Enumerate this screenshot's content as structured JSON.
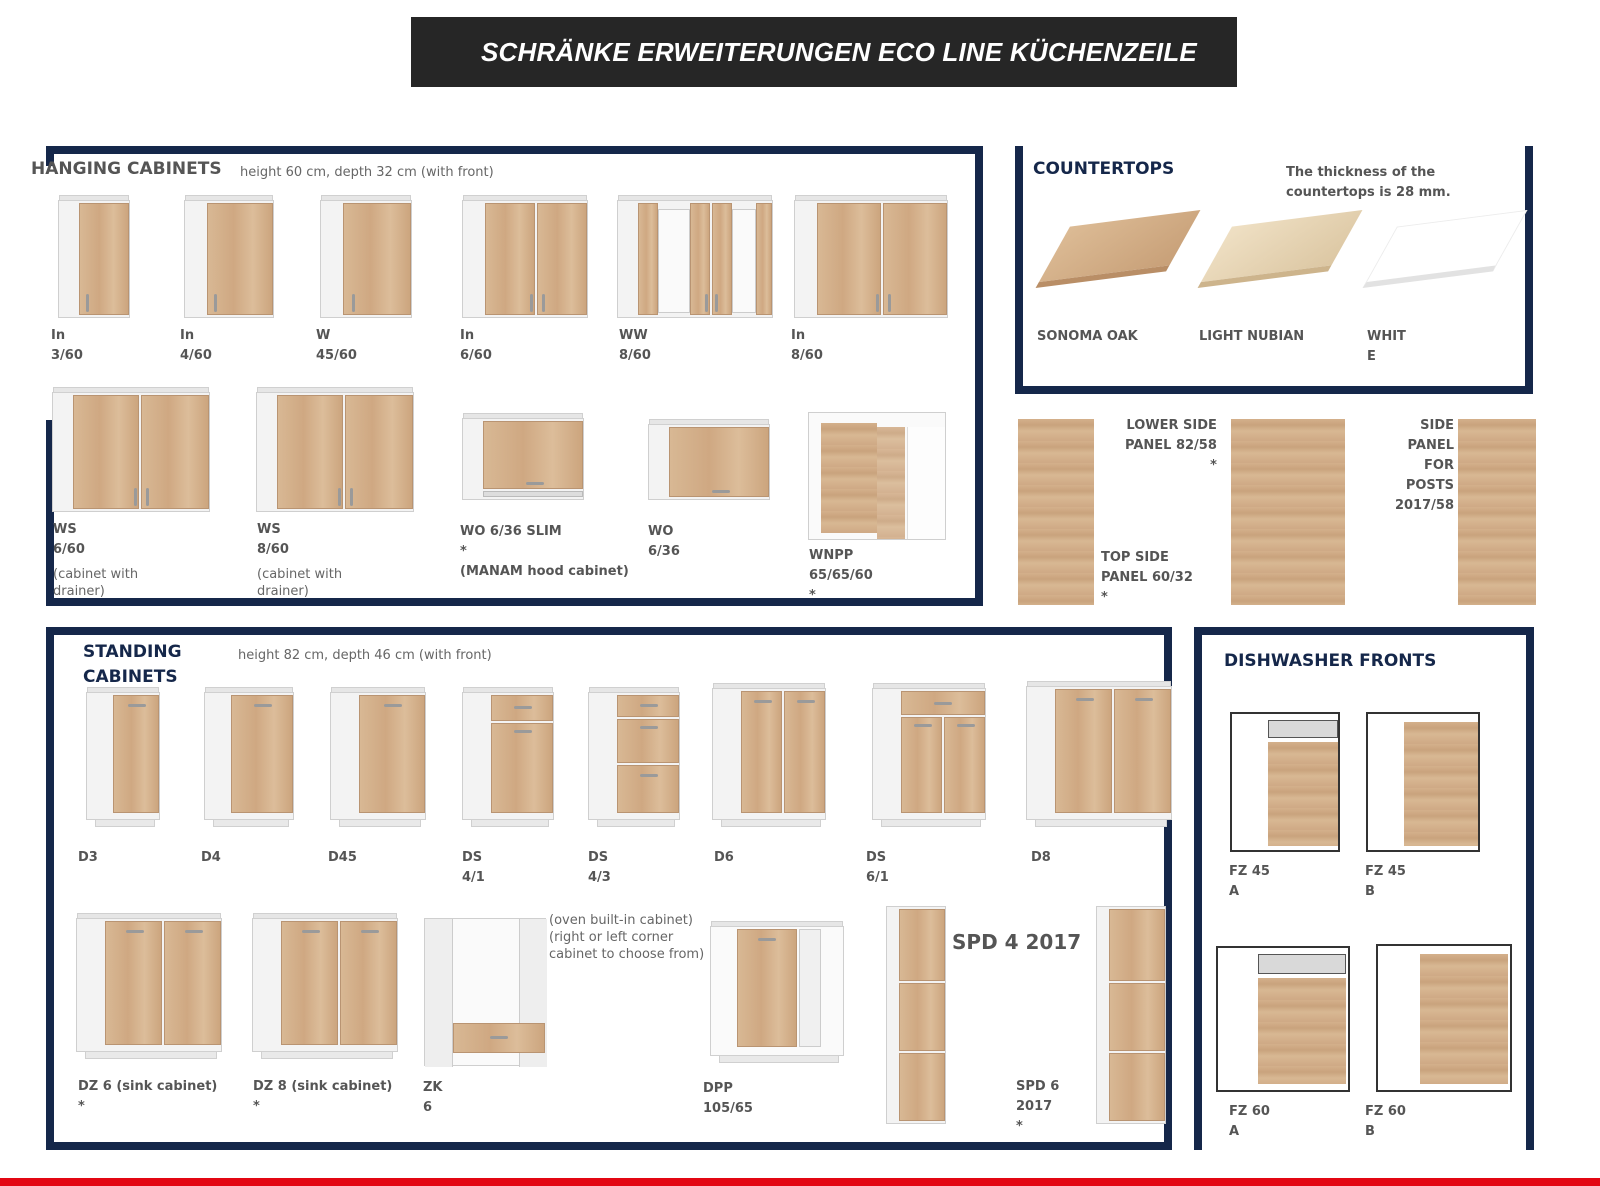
{
  "banner": {
    "title": "SCHRÄNKE ERWEITERUNGEN ECO LINE KÜCHENZEILE"
  },
  "hanging": {
    "title": "HANGING CABINETS",
    "subtitle": "height 60 cm, depth 32 cm (with front)",
    "row1": [
      {
        "label": "In\n3/60"
      },
      {
        "label": "In\n4/60"
      },
      {
        "label": "W\n45/60"
      },
      {
        "label": "In\n6/60"
      },
      {
        "label": "WW\n8/60"
      },
      {
        "label": "In\n8/60"
      }
    ],
    "row2": [
      {
        "label": "WS\n6/60",
        "note": "(cabinet with\ndrainer)"
      },
      {
        "label": "WS\n8/60",
        "note": "(cabinet with\ndrainer)"
      },
      {
        "label": "WO 6/36 SLIM\n*\n(MANAM hood cabinet)"
      },
      {
        "label": "WO\n6/36"
      },
      {
        "label": "WNPP\n65/65/60\n*"
      }
    ]
  },
  "countertops": {
    "title": "COUNTERTOPS",
    "note": "The thickness of the\ncountertops is 28 mm.",
    "items": [
      {
        "label": "SONOMA OAK",
        "color": "#d6b48e"
      },
      {
        "label": "LIGHT NUBIAN",
        "color": "#e7d4b3"
      },
      {
        "label": "WHIT\nE",
        "color": "#ffffff"
      }
    ]
  },
  "panels": {
    "lower_side": "LOWER SIDE\nPANEL 82/58\n*",
    "top_side": "TOP        SIDE\nPANEL 60/32\n*",
    "side_posts": "SIDE\nPANEL\nFOR\nPOSTS\n2017/58"
  },
  "standing": {
    "title": "STANDING\nCABINETS",
    "subtitle": "height 82 cm, depth 46 cm (with front)",
    "row1": [
      {
        "label": "D3"
      },
      {
        "label": "D4"
      },
      {
        "label": "D45"
      },
      {
        "label": "DS\n4/1"
      },
      {
        "label": "DS\n4/3"
      },
      {
        "label": "D6"
      },
      {
        "label": "DS\n6/1"
      },
      {
        "label": "D8"
      }
    ],
    "row2": [
      {
        "label": "DZ 6 (sink cabinet)\n*"
      },
      {
        "label": "DZ 8 (sink cabinet)\n*"
      },
      {
        "label": "ZK\n6"
      },
      {
        "label": "DPP\n105/65"
      },
      {
        "label": "SPD 6\n2017\n*"
      }
    ],
    "oven_note": "(oven built-in cabinet)\n(right or left corner\ncabinet to choose from)",
    "spd4": "SPD 4 2017"
  },
  "dishwasher": {
    "title": "DISHWASHER FRONTS",
    "items": [
      {
        "label": "FZ 45\nA"
      },
      {
        "label": "FZ 45\nB"
      },
      {
        "label": "FZ 60\nA"
      },
      {
        "label": "FZ 60\nB"
      }
    ]
  }
}
